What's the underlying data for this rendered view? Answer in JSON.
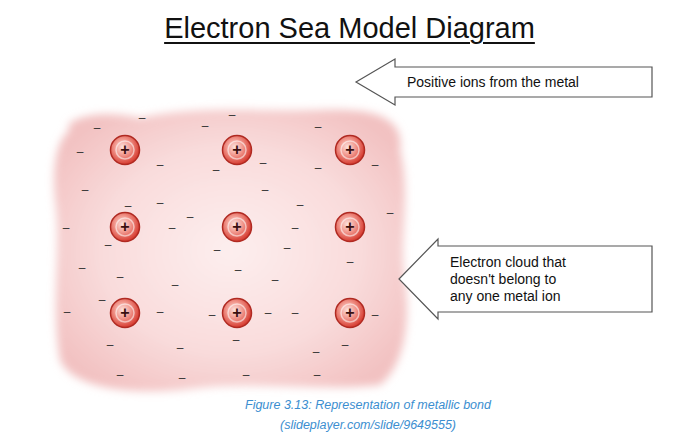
{
  "diagram": {
    "title": "Electron Sea Model Diagram",
    "caption": "Figure 3.13: Representation of metallic bond (slideplayer.com/slide/9649555)",
    "nodes": [
      {
        "text": [
          "+"
        ]
      },
      {
        "text": [
          "+"
        ]
      },
      {
        "text": [
          "+"
        ]
      },
      {
        "text": [
          "Positive ions from the metal"
        ]
      },
      {
        "text": [
          "+"
        ]
      },
      {
        "text": [
          "+"
        ]
      },
      {
        "text": [
          "+"
        ]
      },
      {
        "text": [
          "Electron cloud that doesn't belong to any one metal ion"
        ]
      },
      {
        "text": [
          "+"
        ]
      },
      {
        "text": [
          "+"
        ]
      },
      {
        "text": [
          "+"
        ]
      }
    ],
    "labels": [
      "–",
      "–",
      "–",
      "–",
      "–",
      "–",
      "–",
      "–",
      "–",
      "–",
      "–",
      "–",
      "–",
      "–",
      "–",
      "–",
      "–",
      "–",
      "–",
      "–",
      "–",
      "–",
      "–",
      "–",
      "–",
      "–",
      "–",
      "–",
      "–",
      "–",
      "–",
      "–",
      "–",
      "–",
      "–",
      "–",
      "–",
      "–",
      "–",
      "–",
      "–",
      "–",
      "–",
      "–",
      "–",
      "–"
    ]
  }
}
